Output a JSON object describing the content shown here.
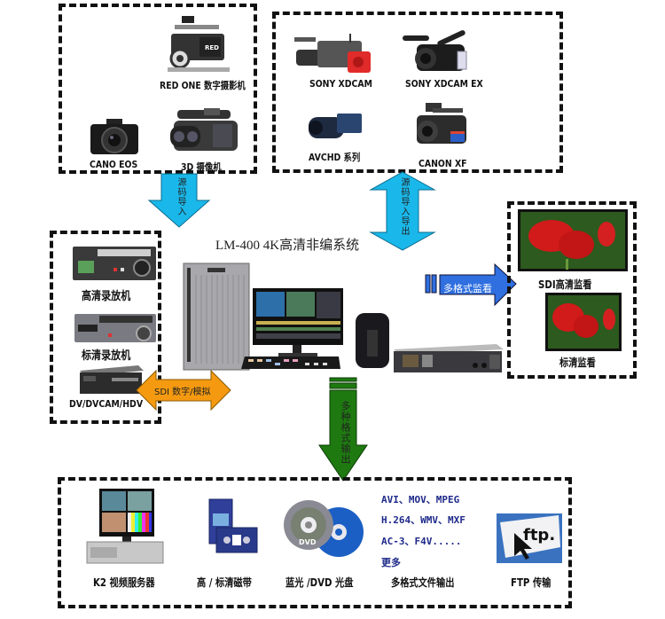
{
  "title": "LM-400 4K高清非编系统",
  "sources_left": {
    "items": [
      {
        "label": "RED ONE 数字摄影机",
        "icon": "cinema-camera-icon"
      },
      {
        "label": "CANO EOS",
        "icon": "dslr-camera-icon"
      },
      {
        "label": "3D 摄像机",
        "icon": "3d-camcorder-icon"
      }
    ]
  },
  "sources_right": {
    "items": [
      {
        "label": "SONY XDCAM",
        "icon": "broadcast-camera-icon"
      },
      {
        "label": "SONY XDCAM EX",
        "icon": "handheld-camcorder-icon"
      },
      {
        "label": "AVCHD 系列",
        "icon": "consumer-camcorder-icon"
      },
      {
        "label": "CANON XF",
        "icon": "pro-camcorder-icon"
      }
    ]
  },
  "decks": {
    "items": [
      {
        "label": "高清录放机",
        "icon": "hd-vtr-icon"
      },
      {
        "label": "标清录放机",
        "icon": "sd-vtr-icon"
      },
      {
        "label": "DV/DVCAM/HDV",
        "icon": "dv-deck-icon"
      }
    ]
  },
  "monitors": {
    "items": [
      {
        "label": "SDI高清监看",
        "icon": "hd-monitor-icon"
      },
      {
        "label": "标清监看",
        "icon": "sd-monitor-icon"
      }
    ]
  },
  "arrows": {
    "import_left": "源码导入",
    "import_export_right": "源码导入导出",
    "sdi_io": "SDI 数字/模拟",
    "monitoring": "多格式监看",
    "output": "多种格式输出"
  },
  "outputs": {
    "items": [
      {
        "label": "K2 视频服务器",
        "icon": "video-server-icon"
      },
      {
        "label": "高 / 标清磁带",
        "icon": "tape-icon"
      },
      {
        "label": "蓝光 /DVD 光盘",
        "icon": "disc-icon"
      },
      {
        "label": "多格式文件输出",
        "icon": "file-formats"
      },
      {
        "label": "FTP 传输",
        "icon": "ftp-icon"
      }
    ],
    "formats": [
      "AVI、MOV、MPEG",
      "H.264、WMV、MXF",
      "AC-3、F4V.....",
      "更多"
    ]
  },
  "colors": {
    "import_arrow": "#1ab8ea",
    "sdi_arrow": "#f59a10",
    "monitor_arrow": "#2f6fe0",
    "output_arrow": "#1e7a10",
    "format_text": "#1f2a8a"
  }
}
